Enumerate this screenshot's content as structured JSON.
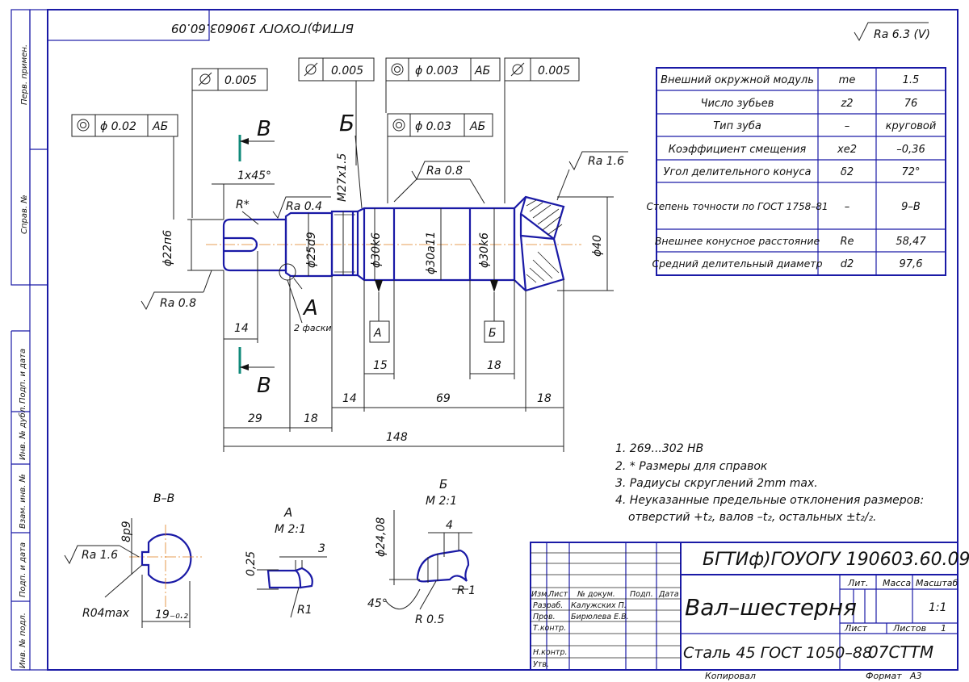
{
  "stamp_top": "БГТИф)ГОУОГУ 190603.60.09",
  "roughness_general": "Ra 6.3 (V)",
  "side_labels": [
    "Перв. примен.",
    "Справ. №",
    "Подп. и дата",
    "Инв. № дубл.",
    "Взам. инв. №",
    "Подп. и дата",
    "Инв. № подл."
  ],
  "param_table": [
    {
      "name": "Внешний окружной модуль",
      "symbol": "me",
      "value": "1.5"
    },
    {
      "name": "Число зубьев",
      "symbol": "z2",
      "value": "76"
    },
    {
      "name": "Тип зуба",
      "symbol": "–",
      "value": "круговой"
    },
    {
      "name": "Коэффициент смещения",
      "symbol": "xe2",
      "value": "–0,36"
    },
    {
      "name": "Угол делительного конуса",
      "symbol": "δ2",
      "value": "72°"
    },
    {
      "name": "Степень точности по ГОСТ 1758–81",
      "symbol": "–",
      "value": "9–B"
    },
    {
      "name": "Внешнее конусное расстояние",
      "symbol": "Re",
      "value": "58,47"
    },
    {
      "name": "Средний делительный диаметр",
      "symbol": "d2",
      "value": "97,6"
    }
  ],
  "tolerance_frames": [
    {
      "sym": "cyl",
      "val": "0.005"
    },
    {
      "sym": "conc",
      "val": "ϕ 0.02",
      "base": "АБ"
    },
    {
      "sym": "cyl",
      "val": "0.005"
    },
    {
      "sym": "conc",
      "val": "ϕ 0.003",
      "base": "АБ"
    },
    {
      "sym": "cyl",
      "val": "0.005"
    },
    {
      "sym": "conc",
      "val": "ϕ 0.03",
      "base": "АБ"
    }
  ],
  "dims": {
    "d22": "ϕ22п6",
    "d25": "ϕ25d9",
    "m27": "M27x1.5",
    "d30k6a": "ϕ30k6",
    "d30a11": "ϕ30a11",
    "d30k6b": "ϕ30k6",
    "d40": "ϕ40",
    "ra08a": "Ra 0.8",
    "ra04": "Ra 0.4",
    "ra08b": "Ra 0.8",
    "ra16": "Ra 1.6",
    "chamfer": "1x45°",
    "rstar": "R*",
    "l14a": "14",
    "l15": "15",
    "l18a": "18",
    "l14b": "14",
    "l69": "69",
    "l18b": "18",
    "l29": "29",
    "l18c": "18",
    "l148": "148",
    "two_chamfers": "2 фаски",
    "cut_b": "В",
    "cut_b2": "В",
    "sec_b": "Б",
    "node_a": "А",
    "base_a": "А",
    "base_b": "Б"
  },
  "notes": [
    "1. 269...302 HB",
    "2. * Размеры для справок",
    "3. Радиусы скруглений 2mm max.",
    "4. Неуказанные предельные отклонения размеров:",
    "отверстий +t₂, валов –t₂, остальных ±t₂/₂."
  ],
  "views": {
    "vv_title": "В–В",
    "vv_8p9": "8р9",
    "vv_ra": "Ra 1.6",
    "vv_r04": "R04max",
    "vv_19": "19₋₀.₂",
    "a_title": "А",
    "a_scale": "М 2:1",
    "a_025": "0,25",
    "a_3": "3",
    "a_r1": "R1",
    "b_title": "Б",
    "b_scale": "М 2:1",
    "b_d": "ϕ24,08",
    "b_4": "4",
    "b_r1": "R 1",
    "b_r05": "R 0.5",
    "b_45": "45°"
  },
  "title_block": {
    "code": "БГТИф)ГОУОГУ 190603.60.09",
    "name": "Вал–шестерня",
    "material": "Сталь 45 ГОСТ 1050–88",
    "org": "07СТТМ",
    "rows": [
      "Разраб.",
      "Пров.",
      "Т.контр.",
      "",
      "Н.контр.",
      "Утв."
    ],
    "hdr": [
      "Изм.",
      "Лист",
      "№ докум.",
      "Подп.",
      "Дата"
    ],
    "dev": "Калужских П.",
    "chk": "Бирюлева Е.В.",
    "lit": "Лит.",
    "mass": "Масса",
    "scale_lbl": "Масштаб",
    "scale": "1:1",
    "sheet": "Лист",
    "sheets": "Листов",
    "sheets_n": "1",
    "copied": "Копировал",
    "format": "Формат",
    "format_val": "А3"
  }
}
